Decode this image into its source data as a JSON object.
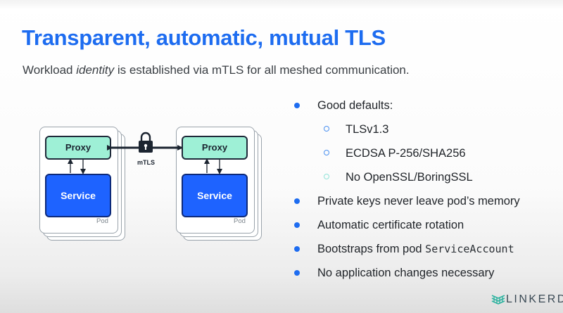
{
  "slide": {
    "title": "Transparent, automatic, mutual TLS",
    "subtitle_pre": "Workload ",
    "subtitle_em": "identity",
    "subtitle_post": " is established via mTLS for all meshed communication."
  },
  "diagram": {
    "left_pod": {
      "proxy_label": "Proxy",
      "service_label": "Service",
      "pod_label": "Pod"
    },
    "right_pod": {
      "proxy_label": "Proxy",
      "service_label": "Service",
      "pod_label": "Pod"
    },
    "connection_label": "mTLS"
  },
  "bullets": {
    "good_defaults": "Good defaults:",
    "sub_tls": "TLSv1.3",
    "sub_ecdsa": "ECDSA P-256/SHA256",
    "sub_no_openssl": "No OpenSSL/BoringSSL",
    "private_keys": "Private keys never leave pod’s memory",
    "cert_rotation": "Automatic certificate rotation",
    "bootstraps_prefix": "Bootstraps from pod ",
    "bootstraps_code": "ServiceAccount",
    "no_app_changes": "No application changes necessary"
  },
  "brand": {
    "name": "LINKERD"
  },
  "colors": {
    "title_blue": "#1d6cf0",
    "proxy_green": "#9ef0d6",
    "service_blue": "#1e63ff",
    "bullet_blue": "#1d6cf0"
  }
}
